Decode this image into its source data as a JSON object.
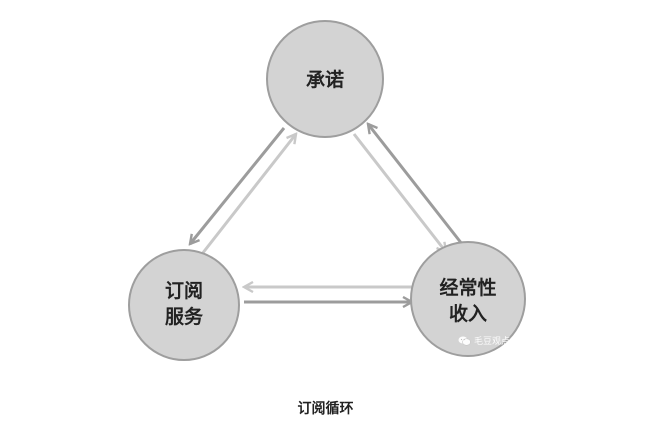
{
  "diagram": {
    "nodes": {
      "commitment": {
        "line1": "承诺",
        "line2": ""
      },
      "subscription_service": {
        "line1": "订阅",
        "line2": "服务"
      },
      "recurring_revenue": {
        "line1": "经常性",
        "line2": "收入"
      }
    }
  },
  "caption": "订阅循环",
  "watermark": {
    "icon": "wechat-icon",
    "text": "毛豆观点"
  },
  "colors": {
    "node_fill": "#d3d3d3",
    "node_stroke": "#9e9e9e",
    "arrow_dark": "#9c9c9c",
    "arrow_light": "#c9c9c9"
  }
}
